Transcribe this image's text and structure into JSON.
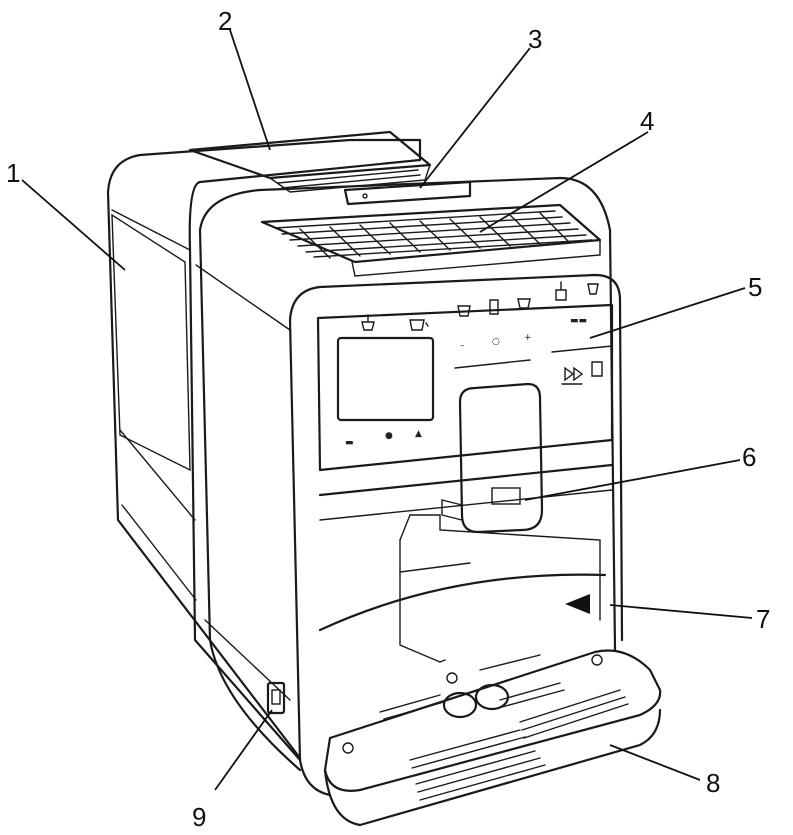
{
  "callouts": [
    {
      "id": "1",
      "label": "1"
    },
    {
      "id": "2",
      "label": "2"
    },
    {
      "id": "3",
      "label": "3"
    },
    {
      "id": "4",
      "label": "4"
    },
    {
      "id": "5",
      "label": "5"
    },
    {
      "id": "6",
      "label": "6"
    },
    {
      "id": "7",
      "label": "7"
    },
    {
      "id": "8",
      "label": "8"
    },
    {
      "id": "9",
      "label": "9"
    }
  ],
  "colors": {
    "line": "#1a1a1a",
    "background": "#ffffff"
  },
  "icons": [
    "espresso-cup-icon",
    "cup-icon",
    "cappuccino-icon",
    "latte-glass-icon",
    "milk-cup-icon",
    "hot-water-icon",
    "steam-icon",
    "play-icon",
    "milk-icon"
  ]
}
